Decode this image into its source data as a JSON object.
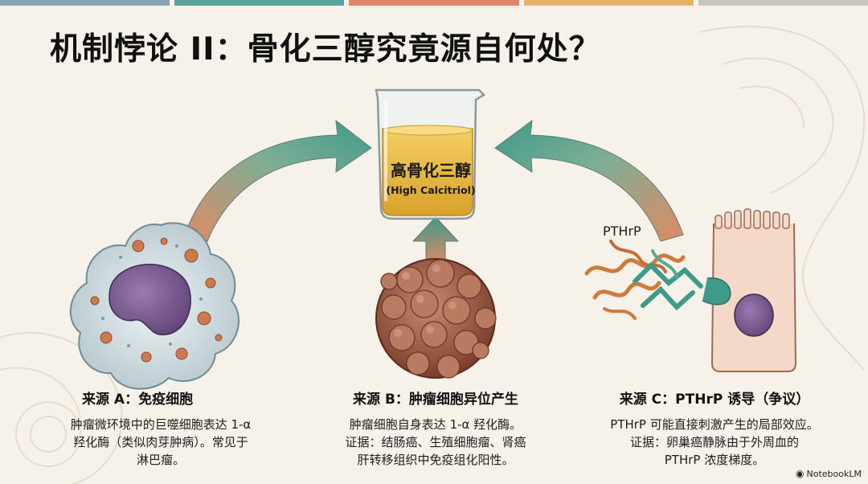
{
  "colors": {
    "bar": [
      "#8aa3b4",
      "#5aa39a",
      "#df8468",
      "#e4b26a",
      "#c9c4bd"
    ],
    "teal": "#3e9a8a",
    "orange": "#e08a63",
    "liquid": "#e9b93a"
  },
  "title": "机制悖论 II：骨化三醇究竟源自何处？",
  "beaker": {
    "label_zh": "高骨化三醇",
    "label_en": "(High Calcitriol)"
  },
  "pthrp_label": "PTHrP",
  "sources": [
    {
      "title": "来源 A：免疫细胞",
      "lines": [
        "肿瘤微环境中的巨噬细胞表达 1-α",
        "羟化酶（类似肉芽肿病）。常见于",
        "淋巴瘤。"
      ]
    },
    {
      "title": "来源 B：肿瘤细胞异位产生",
      "lines": [
        "肿瘤细胞自身表达 1-α 羟化酶。",
        "证据：结肠癌、生殖细胞瘤、肾癌",
        "肝转移组织中免疫组化阳性。"
      ]
    },
    {
      "title": "来源 C：PTHrP 诱导（争议）",
      "lines": [
        "PTHrP 可能直接刺激产生的局部效应。",
        "证据：卵巢癌静脉由于外周血的",
        "PTHrP 浓度梯度。"
      ]
    }
  ],
  "watermark": "NotebookLM"
}
